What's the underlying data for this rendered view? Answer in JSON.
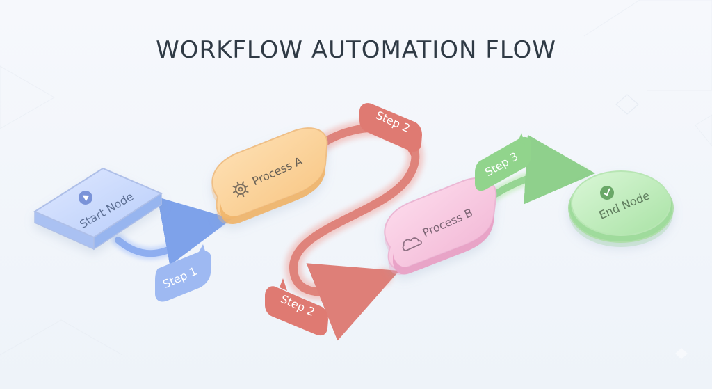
{
  "title": "WORKFLOW AUTOMATION FLOW",
  "nodes": {
    "start": {
      "label": "Start Node",
      "icon": "play-icon",
      "color": "#8fb0ef"
    },
    "process_a": {
      "label": "Process A",
      "icon": "gear-icon",
      "color": "#f6c98b"
    },
    "process_b": {
      "label": "Process B",
      "icon": "cloud-icon",
      "color": "#efaed0"
    },
    "end": {
      "label": "End Node",
      "icon": "check-icon",
      "color": "#9ed99c"
    }
  },
  "steps": {
    "step1": "Step 1",
    "step2_top": "Step 2",
    "step2_bottom": "Step 2",
    "step3": "Step 3"
  },
  "colors": {
    "blue": "#7ea2ea",
    "orange": "#f4b76e",
    "red": "#e07f7b",
    "pink": "#e9a0c3",
    "green": "#8dce8b"
  }
}
